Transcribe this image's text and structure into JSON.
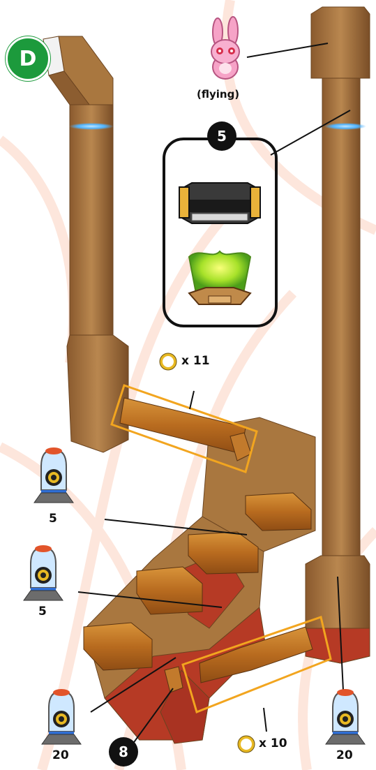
{
  "area_badge": "D",
  "bunny": {
    "caption": "(flying)"
  },
  "popup": {
    "badge": "5"
  },
  "badge_bottom": "8",
  "coins_top": {
    "label": "x 11"
  },
  "coins_bottom": {
    "label": "x 10"
  },
  "cannons": [
    {
      "label": "5"
    },
    {
      "label": "5"
    },
    {
      "label": "20"
    },
    {
      "label": "20"
    }
  ],
  "colors": {
    "area_badge": "#1c9a3c",
    "wood": "#a9773f",
    "brick_red": "#b63a25",
    "highlight_box": "#f2a51f",
    "coin": "#e8b923",
    "portal_glow": "#4fb3ff"
  },
  "icons": [
    "bunny-icon",
    "pot-icon",
    "crystal-icon",
    "coin-icon",
    "cannon-icon"
  ]
}
